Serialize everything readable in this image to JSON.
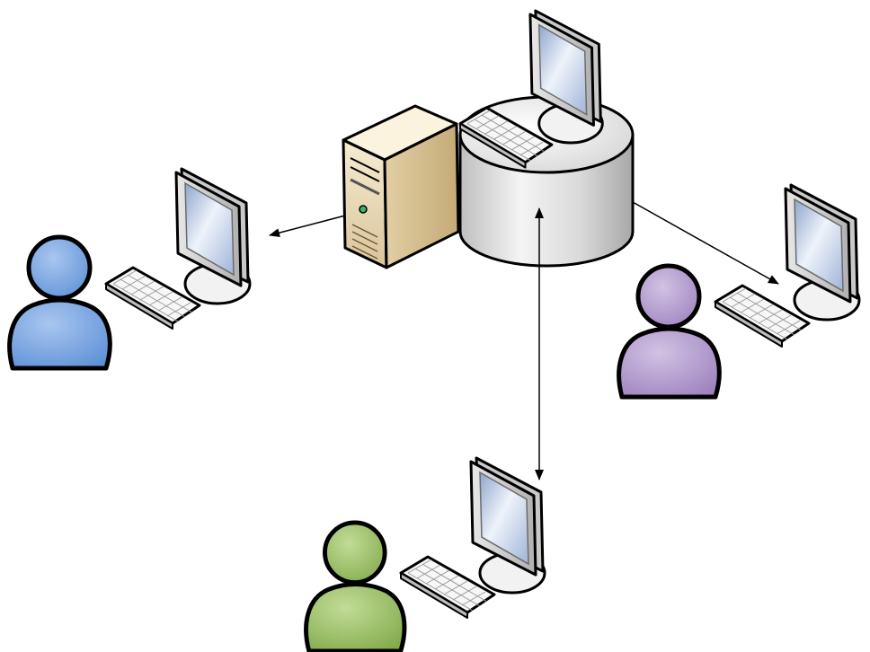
{
  "diagram": {
    "type": "network-topology",
    "hub": {
      "kind": "server-with-database",
      "icons": [
        "server-tower-icon",
        "database-cylinder-icon",
        "admin-workstation-icon"
      ]
    },
    "clients": [
      {
        "id": "client-blue",
        "icon": "user-icon",
        "color": "#6f9fdc"
      },
      {
        "id": "client-purple",
        "icon": "user-icon",
        "color": "#ab93c6"
      },
      {
        "id": "client-green",
        "icon": "user-icon",
        "color": "#93ba5e"
      }
    ],
    "connections": [
      {
        "from": "database",
        "to": "client-blue",
        "direction": "both"
      },
      {
        "from": "database",
        "to": "client-purple",
        "direction": "both"
      },
      {
        "from": "database",
        "to": "client-green",
        "direction": "both"
      }
    ]
  }
}
